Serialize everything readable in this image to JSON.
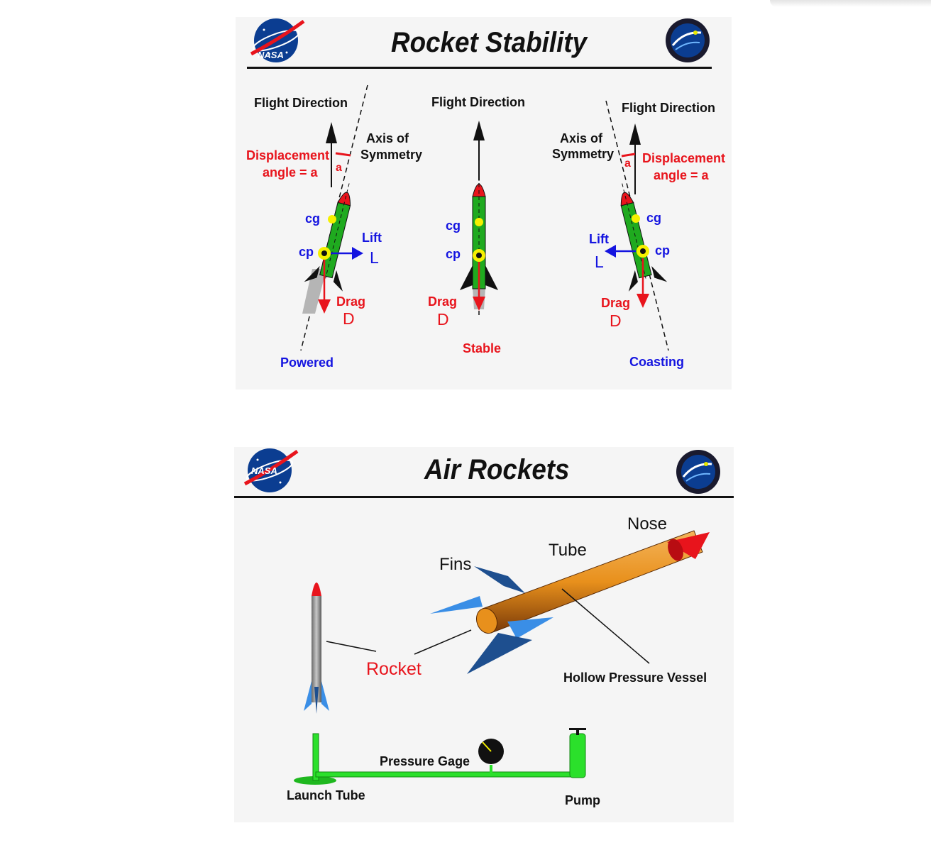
{
  "stability": {
    "title": "Rocket Stability",
    "logo_left": "NASA",
    "left": {
      "flight_direction": "Flight Direction",
      "axis_line1": "Axis of",
      "axis_line2": "Symmetry",
      "displacement_line1": "Displacement",
      "displacement_line2": "angle = a",
      "a": "a",
      "cg": "cg",
      "cp": "cp",
      "lift": "Lift",
      "lift_symbol": "L",
      "drag": "Drag",
      "drag_symbol": "D",
      "caption": "Powered"
    },
    "middle": {
      "flight_direction": "Flight Direction",
      "cg": "cg",
      "cp": "cp",
      "drag": "Drag",
      "drag_symbol": "D",
      "caption": "Stable"
    },
    "right": {
      "flight_direction": "Flight Direction",
      "axis_line1": "Axis of",
      "axis_line2": "Symmetry",
      "displacement_line1": "Displacement",
      "displacement_line2": "angle = a",
      "a": "a",
      "cg": "cg",
      "cp": "cp",
      "lift": "Lift",
      "lift_symbol": "L",
      "drag": "Drag",
      "drag_symbol": "D",
      "caption": "Coasting"
    }
  },
  "air_rockets": {
    "title": "Air Rockets",
    "logo_left": "NASA",
    "labels": {
      "nose": "Nose",
      "tube": "Tube",
      "fins": "Fins",
      "rocket": "Rocket",
      "hollow_pressure_vessel": "Hollow Pressure Vessel",
      "pressure_gage": "Pressure Gage",
      "launch_tube": "Launch Tube",
      "pump": "Pump"
    }
  },
  "colors": {
    "rocket_body": "#1faa1f",
    "nose": "#e8141c",
    "fin": "#111111",
    "cg_dot": "#f5f000",
    "force_red": "#e8141c",
    "force_blue": "#1414e0",
    "air_tube": "#e8901c",
    "air_fin_light": "#3a8ee6",
    "air_fin_dark": "#1e4f8f",
    "launcher": "#2be02b"
  }
}
